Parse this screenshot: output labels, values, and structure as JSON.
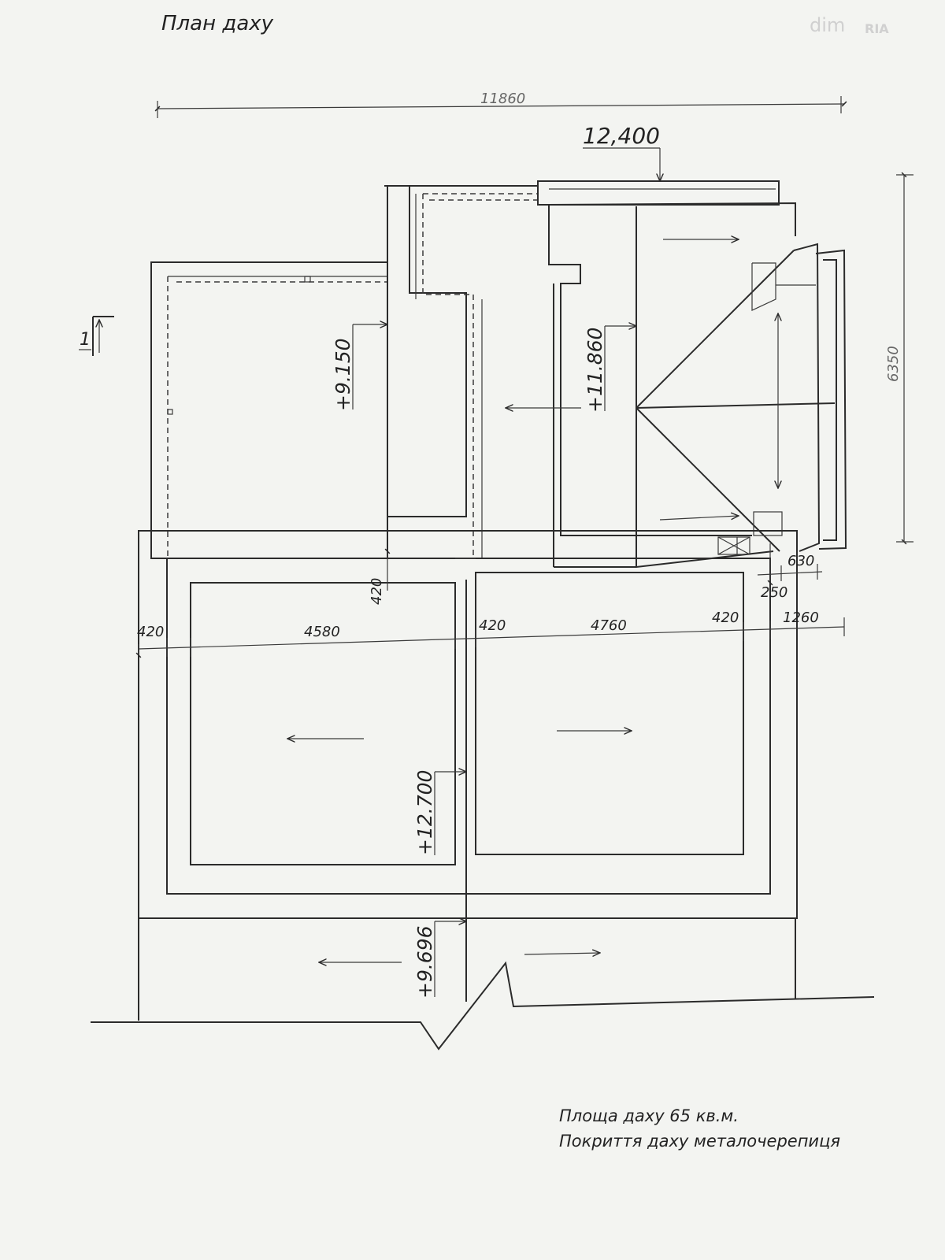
{
  "title": "План даху",
  "watermark": {
    "text1": "dim",
    "text2": "RIA"
  },
  "section_marker": "1",
  "dimensions": {
    "overall_width": "11860",
    "overall_height": "6350",
    "d420_top": "420",
    "d420_left": "420",
    "d4580": "4580",
    "d420_mid": "420",
    "d4760": "4760",
    "d420_right": "420",
    "d1260": "1260",
    "d250": "250",
    "d630": "630"
  },
  "elevations": {
    "ridge_top": "12,400",
    "left_block": "+9.150",
    "right_block": "+11.860",
    "main_ridge": "+12.700",
    "lower_block": "+9.696"
  },
  "notes": {
    "area": "Площа даху 65 кв.м.",
    "covering": "Покриття даху металочерепиця"
  },
  "colors": {
    "line": "#2b2b2b",
    "paper": "#f3f4f1"
  }
}
